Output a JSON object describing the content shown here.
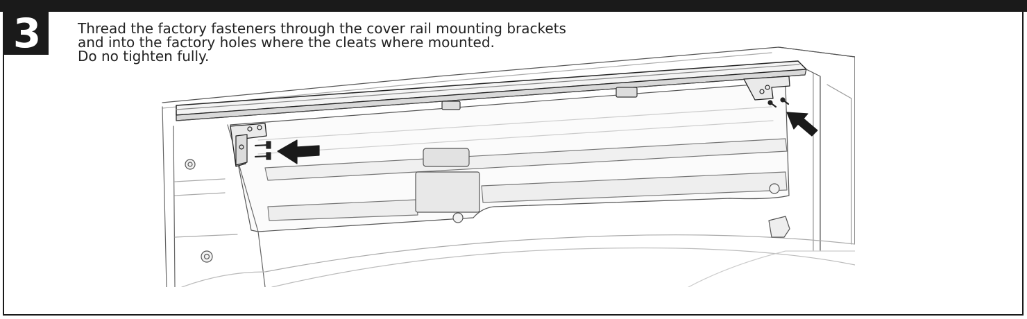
{
  "step": {
    "number": "3"
  },
  "instructions": {
    "line1": "Thread the factory fasteners through the cover rail mounting brackets",
    "line2": "and into the factory holes where the cleats where mounted.",
    "line3": "Do no tighten fully."
  },
  "colors": {
    "ink": "#1a1a1a",
    "line": "#3a3a3a",
    "light": "#b0b0b0",
    "panel": "#f2f2f2"
  },
  "icons": [
    "left-arrow-icon",
    "up-left-arrow-icon"
  ]
}
